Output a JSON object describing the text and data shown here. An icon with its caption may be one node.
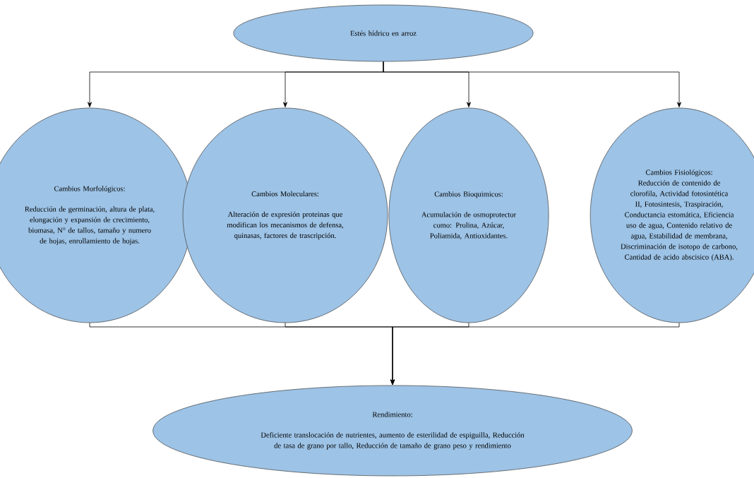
{
  "diagram": {
    "nodes": [
      {
        "text": [
          "Estés hídrico en arroz"
        ]
      },
      {
        "text": [
          "Cambios Morfológicos:",
          "Reducción de germinación, altura de plata, elongación y expansión de crecimiento, biomasa, N° de tallos, tamaño y numero de hojas, enrollamiento de hojas."
        ]
      },
      {
        "text": [
          "Cambios Moleculares:",
          "Alteración de expresión proteinas que modifican los mecanismos de defensa, quinasas, factores de trascripción."
        ]
      },
      {
        "text": [
          "Cambios Bioquimicos:",
          "Acumulación de osmoprotector como: Prolina, Azúcar, Poliamida, Antioxidantes."
        ]
      },
      {
        "text": [
          "Cambios Fisiológicos:",
          "Reducción de contenido de clorofila, Actividad fotosintética II, Fotosintesis, Traspiración, Conductancia estomática, Eficiencia uso de agua, Contenido relativo de agua, Estabilidad de membrana, Discriminación de isotopo de carbono, Cantidad de acido abscisico (ABA)."
        ]
      },
      {
        "text": [
          "Rendimiento:",
          "Deficiente translocación de nutrientes, aumento de esterilidad de espiguilla, Reducción de tasa de grano por tallo, Reducción de tamaño de grano peso y rendimiento"
        ]
      }
    ],
    "edges": [
      {
        "from": 0,
        "to": 1,
        "arrow": "to"
      },
      {
        "from": 0,
        "to": 2,
        "arrow": "to"
      },
      {
        "from": 0,
        "to": 3,
        "arrow": "to"
      },
      {
        "from": 0,
        "to": 4,
        "arrow": "to"
      },
      {
        "from": 1,
        "to": 5,
        "arrow": "to"
      },
      {
        "from": 2,
        "to": 5,
        "arrow": "to"
      },
      {
        "from": 3,
        "to": 5,
        "arrow": "to"
      },
      {
        "from": 4,
        "to": 5,
        "arrow": "to"
      }
    ]
  }
}
